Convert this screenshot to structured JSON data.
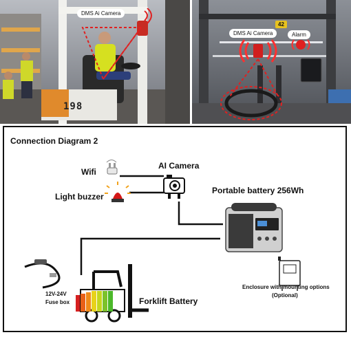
{
  "photos": {
    "left": {
      "camera_label": "DMS Ai Camera",
      "forklift_number": "198"
    },
    "right": {
      "camera_label": "DMS Ai Camera",
      "alarm_label": "Alarm",
      "aisle_number": "42"
    }
  },
  "diagram": {
    "title": "Connection Diagram 2",
    "wifi_label": "Wifi",
    "ai_camera_label": "AI Camera",
    "light_buzzer_label": "Light buzzer",
    "battery_label": "Portable battery 256Wh",
    "fuse_box_label_line1": "12V-24V",
    "fuse_box_label_line2": "Fuse box",
    "forklift_battery_label": "Forklift Battery",
    "enclosure_label_line1": "Enclosure with mounting options",
    "enclosure_label_line2": "(Optional)"
  },
  "colors": {
    "alert_red": "#e02020",
    "buzzer_red": "#d41818",
    "wire": "#111111",
    "battery_gray": "#3a3a3a",
    "battery_gradient": [
      "#d62020",
      "#f08a1a",
      "#e8d21a",
      "#4cb82a"
    ]
  }
}
